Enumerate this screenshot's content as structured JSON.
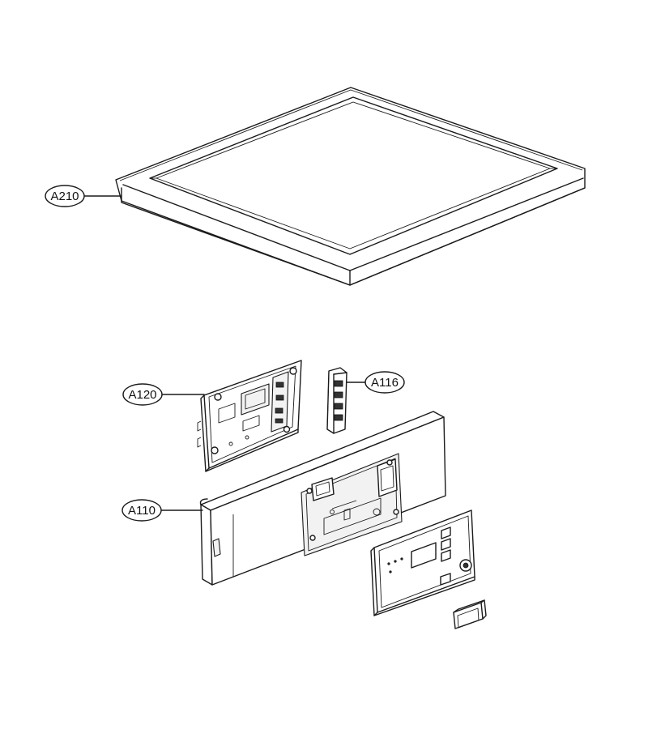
{
  "callouts": {
    "a210": "A210",
    "a120": "A120",
    "a116": "A116",
    "a110": "A110"
  },
  "colors": {
    "line": "#1a1a1a",
    "background": "#ffffff"
  }
}
